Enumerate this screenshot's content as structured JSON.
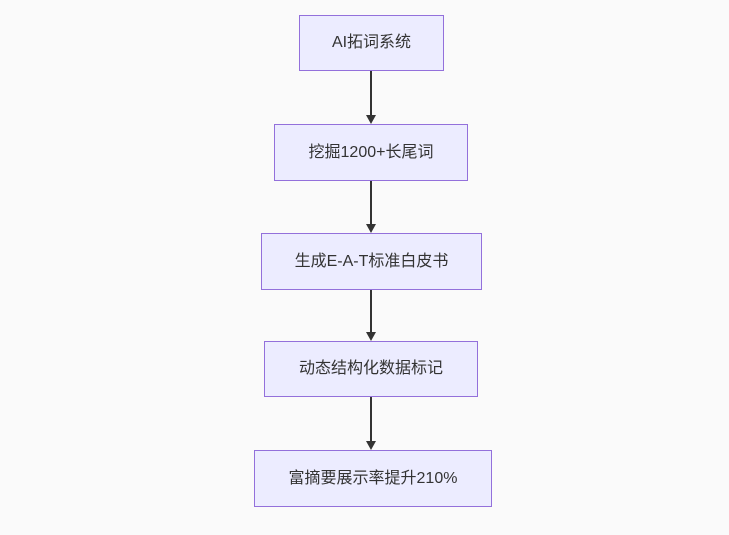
{
  "diagram": {
    "type": "flowchart",
    "direction": "top-down",
    "nodes": [
      {
        "id": "step-1",
        "label": "AI拓词系统"
      },
      {
        "id": "step-2",
        "label": "挖掘1200+长尾词"
      },
      {
        "id": "step-3",
        "label": "生成E-A-T标准白皮书"
      },
      {
        "id": "step-4",
        "label": "动态结构化数据标记"
      },
      {
        "id": "step-5",
        "label": "富摘要展示率提升210%"
      }
    ],
    "edges": [
      {
        "from": "step-1",
        "to": "step-2",
        "style": "arrow-down"
      },
      {
        "from": "step-2",
        "to": "step-3",
        "style": "arrow-down"
      },
      {
        "from": "step-3",
        "to": "step-4",
        "style": "arrow-down"
      },
      {
        "from": "step-4",
        "to": "step-5",
        "style": "arrow-down"
      }
    ],
    "colors": {
      "background": "#fafafa",
      "node_fill": "#ECECFF",
      "node_border": "#9370DB",
      "node_text": "#333333",
      "arrow": "#333333"
    }
  }
}
